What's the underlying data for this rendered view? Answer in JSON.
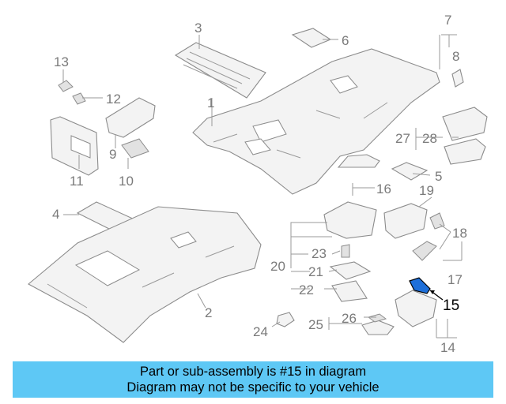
{
  "diagram": {
    "highlight_color": "#000000",
    "callout_color": "#7a7a7a",
    "callouts": {
      "c1": "1",
      "c2": "2",
      "c3": "3",
      "c4": "4",
      "c5": "5",
      "c6": "6",
      "c7": "7",
      "c8": "8",
      "c9": "9",
      "c10": "10",
      "c11": "11",
      "c12": "12",
      "c13": "13",
      "c14": "14",
      "c15": "15",
      "c16": "16",
      "c17": "17",
      "c18": "18",
      "c19": "19",
      "c20": "20",
      "c21": "21",
      "c22": "22",
      "c23": "23",
      "c24": "24",
      "c25": "25",
      "c26": "26",
      "c27": "27",
      "c28": "28"
    }
  },
  "banner": {
    "background": "#5ec8f5",
    "line1": "Part or sub-assembly is #15 in diagram",
    "line2": "Diagram may not be specific to your vehicle"
  }
}
